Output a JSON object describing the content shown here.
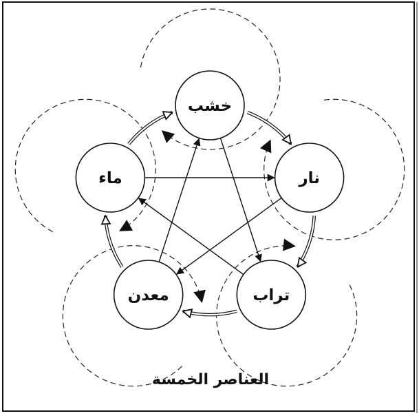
{
  "diagram": {
    "caption": "العناصر الخمسة",
    "elements": [
      {
        "id": "wood",
        "label": "خشب"
      },
      {
        "id": "fire",
        "label": "نار"
      },
      {
        "id": "earth",
        "label": "تراب"
      },
      {
        "id": "metal",
        "label": "معدن"
      },
      {
        "id": "water",
        "label": "ماء"
      }
    ],
    "generating_cycle": [
      {
        "from": "wood",
        "to": "fire"
      },
      {
        "from": "fire",
        "to": "earth"
      },
      {
        "from": "earth",
        "to": "metal"
      },
      {
        "from": "metal",
        "to": "water"
      },
      {
        "from": "water",
        "to": "wood"
      }
    ],
    "controlling_cycle": [
      {
        "from": "wood",
        "to": "earth"
      },
      {
        "from": "earth",
        "to": "water"
      },
      {
        "from": "water",
        "to": "fire"
      },
      {
        "from": "fire",
        "to": "metal"
      },
      {
        "from": "metal",
        "to": "wood"
      }
    ],
    "dashed_loops": [
      {
        "around": "wood",
        "arrow_to": "water"
      },
      {
        "around": "fire",
        "arrow_to": "wood"
      },
      {
        "around": "earth",
        "arrow_to": "fire"
      },
      {
        "around": "metal",
        "arrow_to": "earth"
      },
      {
        "around": "water",
        "arrow_to": "metal"
      }
    ],
    "colors": {
      "line": "#111111",
      "background": "#ffffff"
    }
  }
}
